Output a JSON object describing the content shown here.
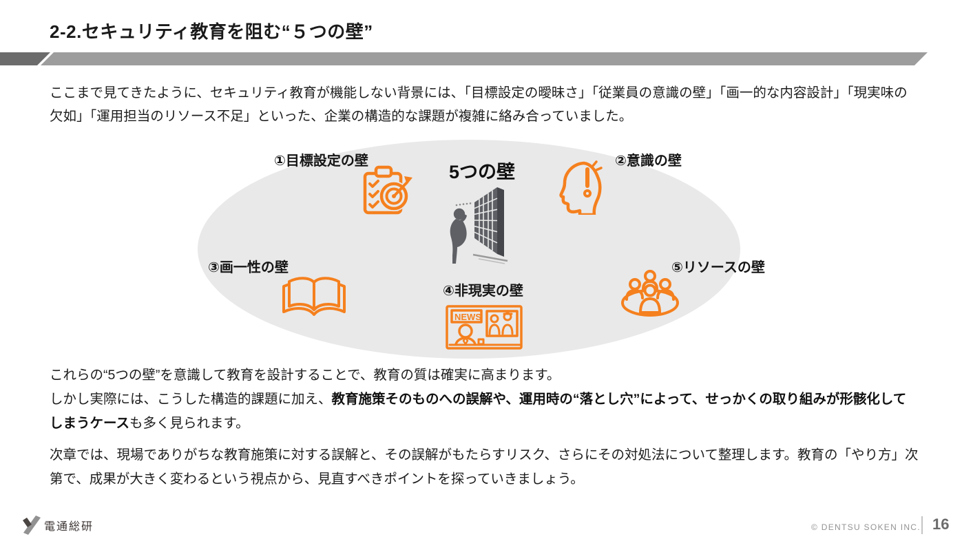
{
  "title": "2-2.セキュリティ教育を阻む“５つの壁”",
  "intro": "ここまで見てきたように、セキュリティ教育が機能しない背景には、「目標設定の曖昧さ」「従業員の意識の壁」「画一的な内容設計」「現実味の欠如」「運用担当のリソース不足」といった、企業の構造的な課題が複雑に絡み合っていました。",
  "diagram": {
    "center_title": "5つの壁",
    "center_illustration": "person-facing-wall",
    "items": [
      {
        "label": "①目標設定の壁",
        "icon": "clipboard-target-icon"
      },
      {
        "label": "②意識の壁",
        "icon": "head-exclamation-icon"
      },
      {
        "label": "③画一性の壁",
        "icon": "open-book-icon"
      },
      {
        "label": "④非現実の壁",
        "icon": "news-broadcast-icon"
      },
      {
        "label": "⑤リソースの壁",
        "icon": "people-group-icon"
      }
    ],
    "news_icon_text": "NEWS"
  },
  "body": {
    "p1": "これらの“5つの壁”を意識して教育を設計することで、教育の質は確実に高まります。",
    "p2_pre": "しかし実際には、こうした構造的課題に加え、",
    "p2_bold": "教育施策そのものへの誤解や、運用時の“落とし穴”によって、せっかくの取り組みが形骸化してしまうケース",
    "p2_post": "も多く見られます。",
    "p3": "次章では、現場でありがちな教育施策に対する誤解と、その誤解がもたらすリスク、さらにその対処法について整理します。教育の「やり方」次第で、成果が大きく変わるという視点から、見直すべきポイントを探っていきましょう。"
  },
  "footer": {
    "logo_text": "電通総研",
    "copyright": "© DENTSU SOKEN INC.",
    "page_number": "16"
  },
  "colors": {
    "accent_orange": "#F5801E",
    "ellipse_gray": "#E9E9E9",
    "banner_light": "#9D9D9D",
    "banner_dark": "#6C6C6C",
    "illustration_gray": "#5E6065"
  }
}
